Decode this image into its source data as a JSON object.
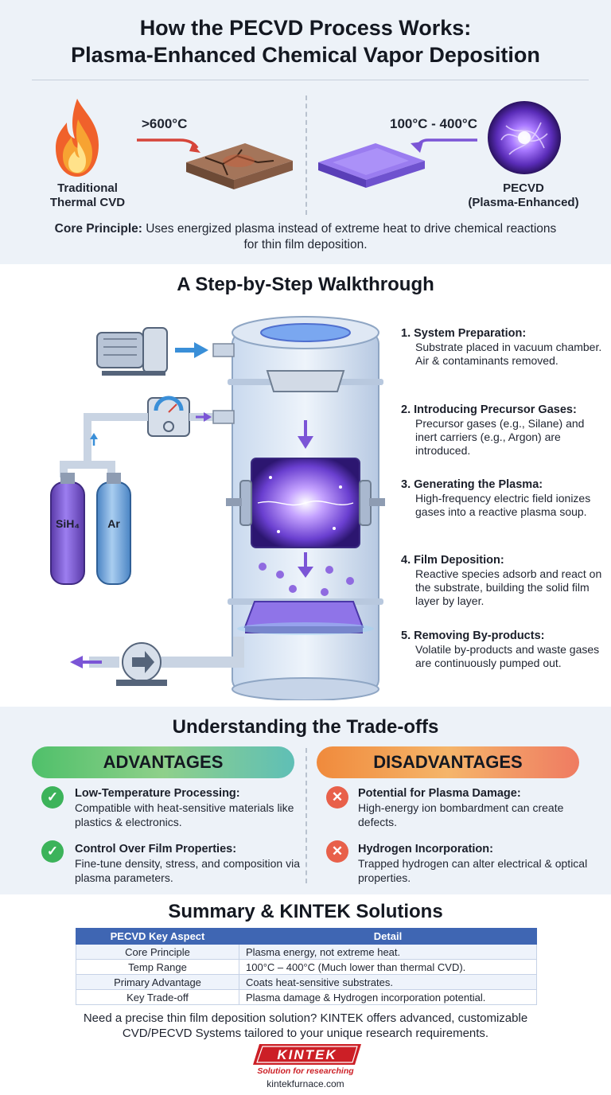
{
  "header": {
    "title_line1": "How the PECVD Process Works:",
    "title_line2": "Plasma-Enhanced Chemical Vapor Deposition"
  },
  "comparison": {
    "left_label_line1": "Traditional",
    "left_label_line2": "Thermal CVD",
    "left_temp": ">600°C",
    "right_label_line1": "PECVD",
    "right_label_line2": "(Plasma-Enhanced)",
    "right_temp": "100°C - 400°C",
    "core_label": "Core Principle:",
    "core_text": "Uses energized plasma instead of extreme heat to drive chemical reactions for thin film deposition."
  },
  "walkthrough": {
    "title": "A Step-by-Step Walkthrough",
    "cylinder_labels": [
      "SiH₄",
      "Ar"
    ],
    "steps": [
      {
        "title": "1. System Preparation:",
        "desc": "Substrate placed in vacuum chamber. Air & contaminants removed."
      },
      {
        "title": "2. Introducing Precursor Gases:",
        "desc": "Precursor gases (e.g., Silane) and inert carriers (e.g., Argon) are introduced."
      },
      {
        "title": "3. Generating the Plasma:",
        "desc": "High-frequency electric field ionizes gases into a reactive plasma soup."
      },
      {
        "title": "4. Film Deposition:",
        "desc": "Reactive species adsorb and react on the substrate, building the solid film layer by layer."
      },
      {
        "title": "5. Removing By-products:",
        "desc": "Volatile by-products and waste gases are continuously pumped out."
      }
    ]
  },
  "tradeoffs": {
    "title": "Understanding the Trade-offs",
    "advantages_label": "ADVANTAGES",
    "disadvantages_label": "DISADVANTAGES",
    "advantages": [
      {
        "title": "Low-Temperature Processing:",
        "desc": "Compatible with heat-sensitive materials like plastics & electronics."
      },
      {
        "title": "Control Over Film Properties:",
        "desc": "Fine-tune density, stress, and composition via plasma parameters."
      }
    ],
    "disadvantages": [
      {
        "title": "Potential for Plasma Damage:",
        "desc": "High-energy ion bombardment can create defects."
      },
      {
        "title": "Hydrogen Incorporation:",
        "desc": "Trapped hydrogen can alter electrical & optical properties."
      }
    ]
  },
  "summary": {
    "title": "Summary & KINTEK Solutions",
    "col1": "PECVD Key Aspect",
    "col2": "Detail",
    "rows": [
      {
        "aspect": "Core Principle",
        "detail": "Plasma energy, not extreme heat."
      },
      {
        "aspect": "Temp Range",
        "detail": "100°C – 400°C (Much lower than thermal CVD)."
      },
      {
        "aspect": "Primary Advantage",
        "detail": "Coats heat-sensitive substrates."
      },
      {
        "aspect": "Key Trade-off",
        "detail": "Plasma damage & Hydrogen incorporation potential."
      }
    ],
    "cta": "Need a precise thin film deposition solution? KINTEK offers advanced, customizable CVD/PECVD Systems tailored to your unique research requirements.",
    "logo_text": "KINTEK",
    "tagline": "Solution for researching",
    "website": "kintekfurnace.com"
  },
  "colors": {
    "accent_purple": "#7b55d6",
    "flow_blue": "#3a8fd8",
    "advantage_green": "#3cb35a",
    "disadvantage_red": "#e8604a",
    "table_header_blue": "#3f66b3",
    "brand_red": "#cc1f26"
  }
}
